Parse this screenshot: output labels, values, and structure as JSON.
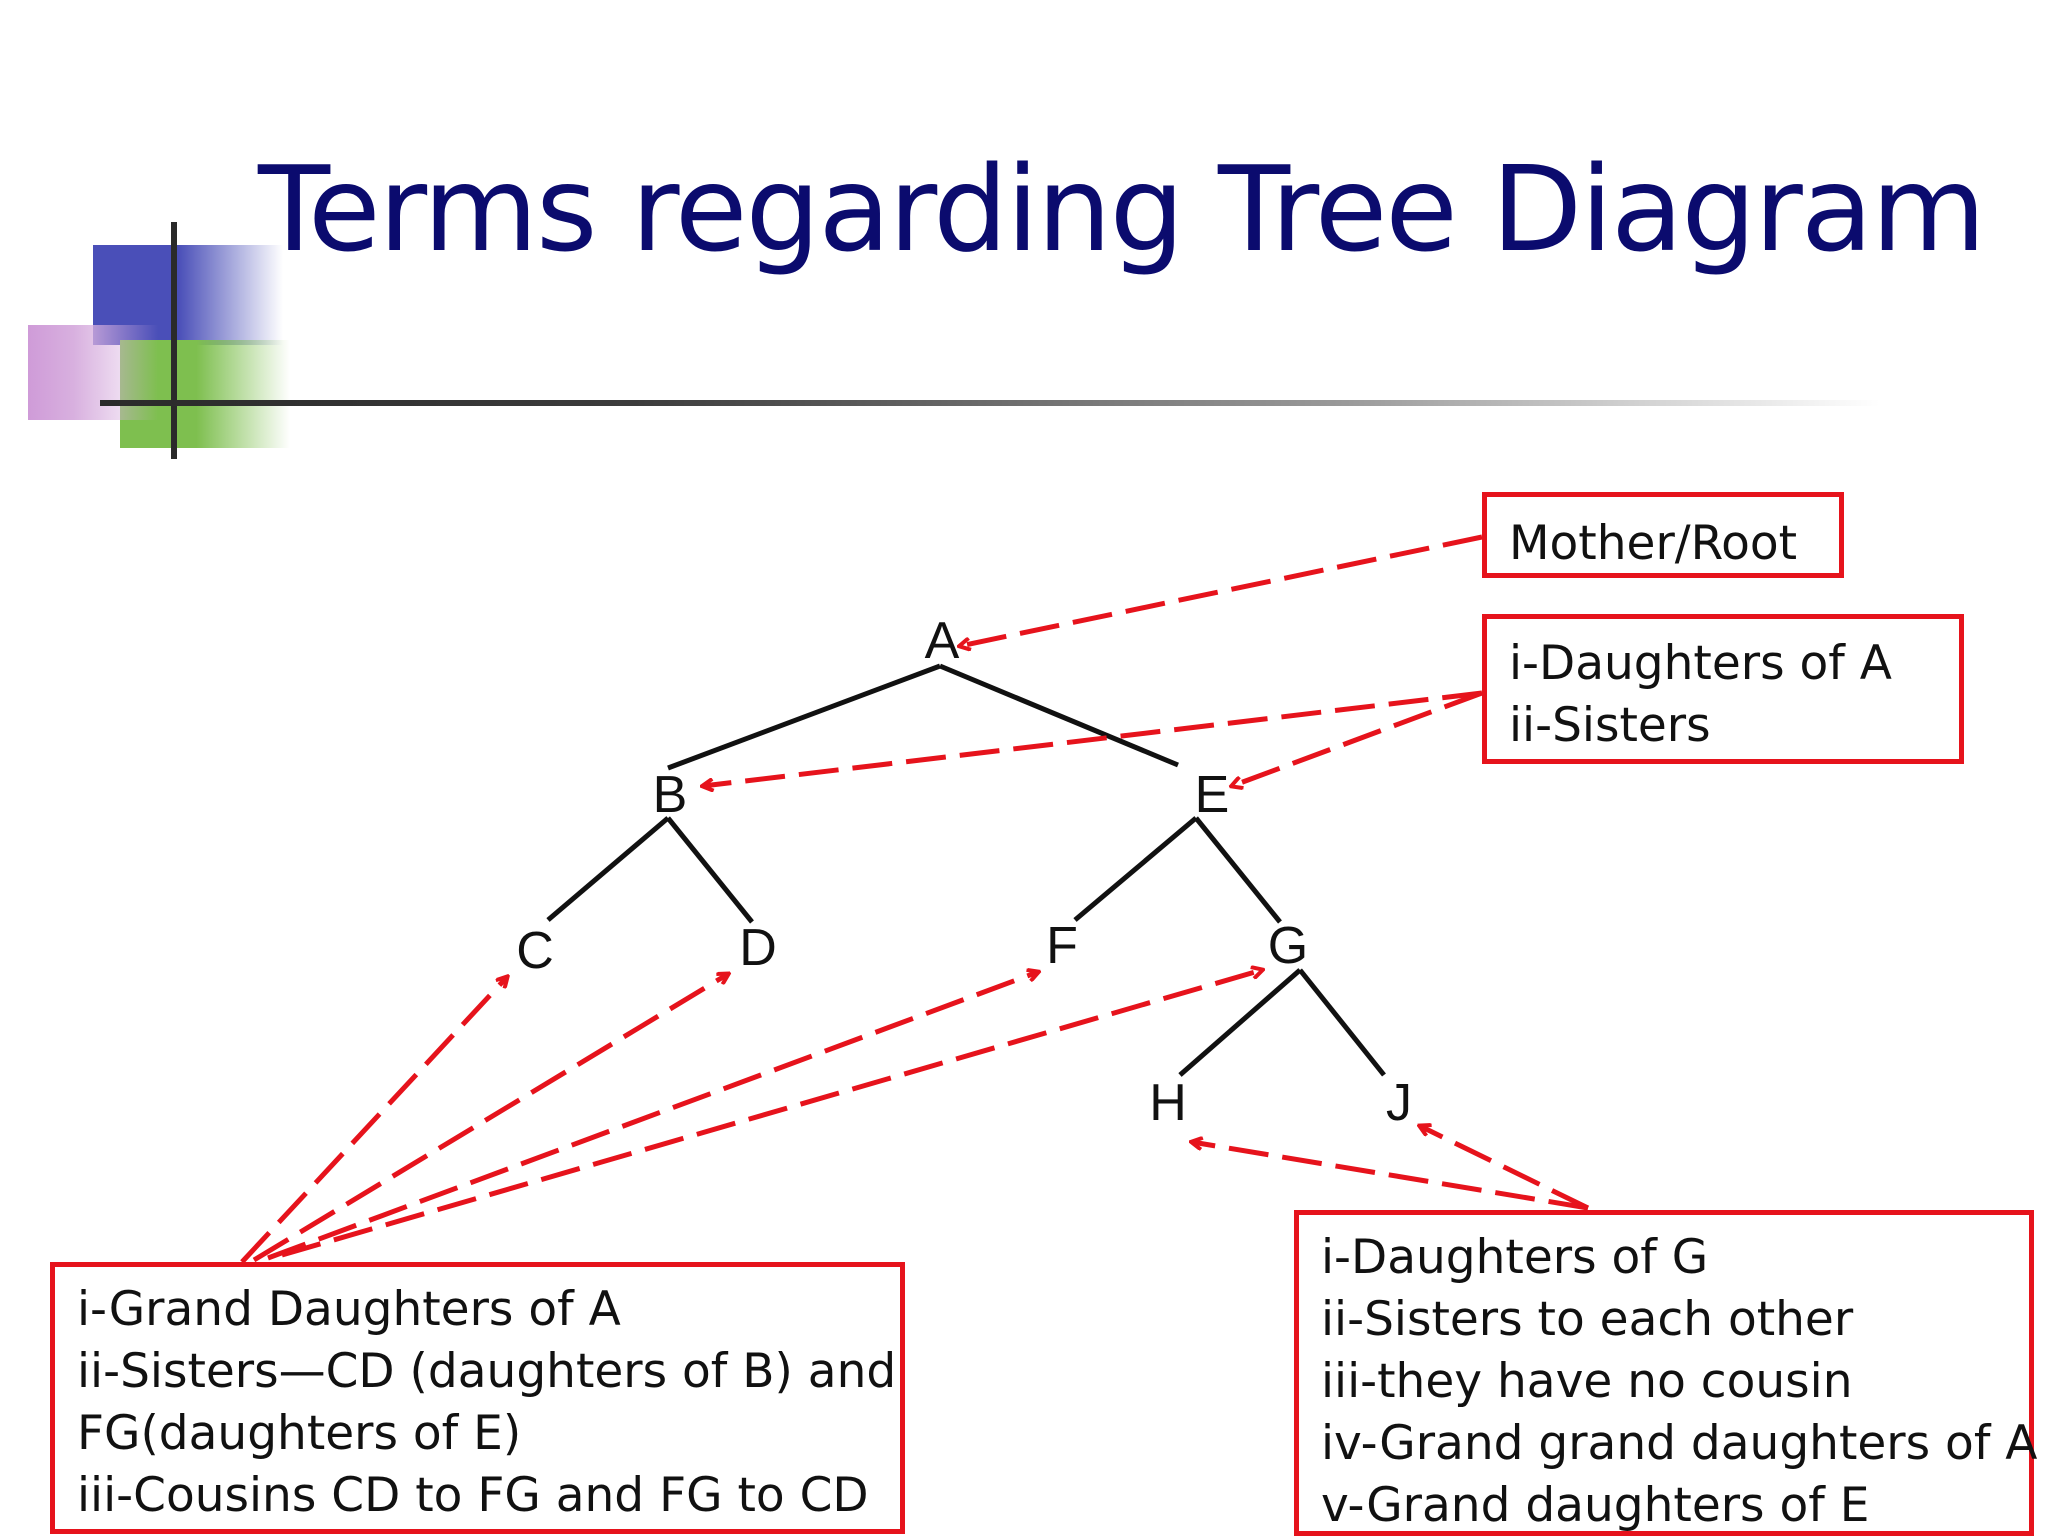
{
  "title": "Terms regarding Tree Diagram",
  "colors": {
    "title": "#0b0b6e",
    "accent_red": "#e6131c",
    "tree_line": "#111111"
  },
  "tree": {
    "nodes": [
      {
        "id": "A",
        "label": "A"
      },
      {
        "id": "B",
        "label": "B"
      },
      {
        "id": "E",
        "label": "E"
      },
      {
        "id": "C",
        "label": "C"
      },
      {
        "id": "D",
        "label": "D"
      },
      {
        "id": "F",
        "label": "F"
      },
      {
        "id": "G",
        "label": "G"
      },
      {
        "id": "H",
        "label": "H"
      },
      {
        "id": "J",
        "label": "J"
      }
    ],
    "edges": [
      [
        "A",
        "B"
      ],
      [
        "A",
        "E"
      ],
      [
        "B",
        "C"
      ],
      [
        "B",
        "D"
      ],
      [
        "E",
        "F"
      ],
      [
        "E",
        "G"
      ],
      [
        "G",
        "H"
      ],
      [
        "G",
        "J"
      ]
    ]
  },
  "boxes": {
    "root": {
      "lines": [
        "Mother/Root"
      ]
    },
    "daughters_of_a": {
      "lines": [
        "i-Daughters of A",
        "ii-Sisters"
      ]
    },
    "grand_daughters": {
      "lines": [
        "i-Grand  Daughters of A",
        "ii-Sisters—CD (daughters of B) and",
        "FG(daughters of E)",
        "iii-Cousins CD to FG and FG to CD"
      ]
    },
    "daughters_of_g": {
      "lines": [
        "i-Daughters of G",
        "ii-Sisters to each other",
        "iii-they have no cousin",
        "iv-Grand grand daughters of A",
        "v-Grand daughters of E"
      ]
    }
  },
  "annotations": [
    {
      "from": "root",
      "to": "A"
    },
    {
      "from": "daughters_of_a",
      "to": "B"
    },
    {
      "from": "daughters_of_a",
      "to": "E"
    },
    {
      "from": "grand_daughters",
      "to": "C"
    },
    {
      "from": "grand_daughters",
      "to": "D"
    },
    {
      "from": "grand_daughters",
      "to": "F"
    },
    {
      "from": "grand_daughters",
      "to": "G"
    },
    {
      "from": "daughters_of_g",
      "to": "H"
    },
    {
      "from": "daughters_of_g",
      "to": "J"
    }
  ]
}
